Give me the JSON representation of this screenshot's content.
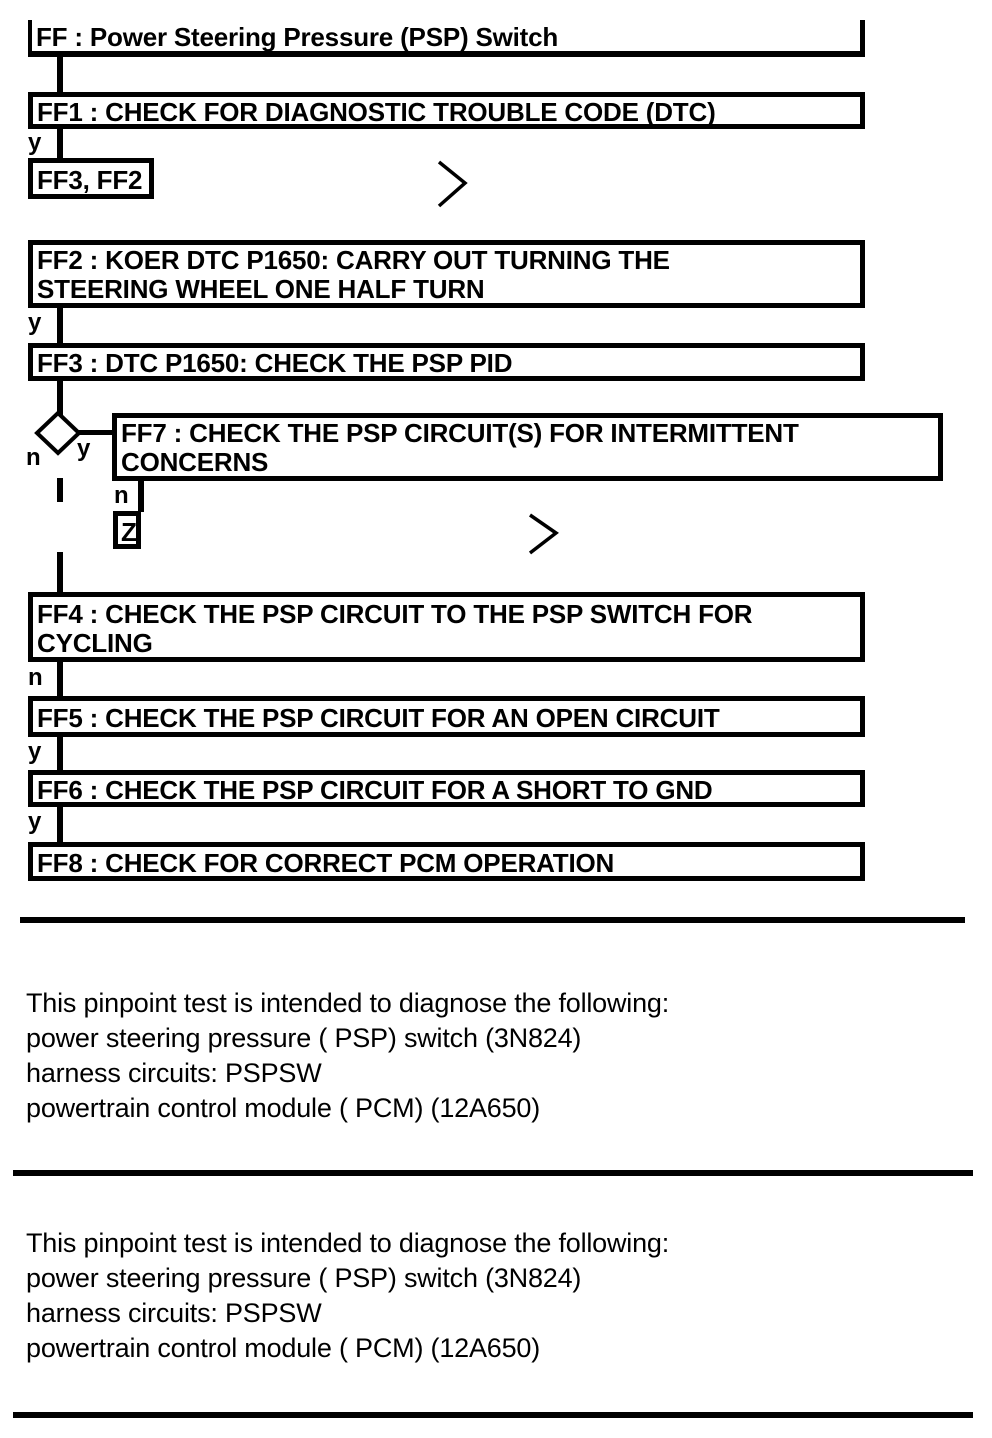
{
  "document": {
    "colors": {
      "ink": "#000000",
      "background": "#ffffff"
    },
    "flowchart": {
      "title_box": "FF : Power Steering Pressure (PSP) Switch",
      "boxes": {
        "ff1": "FF1 : CHECK FOR DIAGNOSTIC TROUBLE CODE (DTC)",
        "ref_ff3_ff2": "FF3, FF2",
        "ff2": "FF2 : KOER DTC P1650: CARRY OUT TURNING THE\nSTEERING WHEEL ONE HALF TURN",
        "ff3": "FF3 : DTC P1650: CHECK THE PSP PID",
        "ff7": "FF7 : CHECK THE PSP CIRCUIT(S) FOR INTERMITTENT\nCONCERNS",
        "z_ref": "Z",
        "ff4": "FF4 : CHECK THE PSP CIRCUIT TO THE PSP SWITCH FOR\nCYCLING",
        "ff5": "FF5 : CHECK THE PSP CIRCUIT FOR AN OPEN CIRCUIT",
        "ff6": "FF6 : CHECK THE PSP CIRCUIT FOR A SHORT TO GND",
        "ff8": "FF8 : CHECK FOR CORRECT PCM OPERATION"
      },
      "branch_labels": {
        "ff1_yes": "y",
        "ff2_yes": "y",
        "pid_no": "n",
        "pid_yes": "y",
        "ff7_no": "n",
        "ff4_no": "n",
        "ff5_yes": "y",
        "ff6_yes": "y"
      }
    },
    "notes": {
      "para1": "This pinpoint test is intended to diagnose the following:\npower steering pressure ( PSP) switch (3N824)\nharness circuits: PSPSW\npowertrain control module ( PCM) (12A650)",
      "para2": "This pinpoint test is intended to diagnose the following:\npower steering pressure ( PSP) switch (3N824)\nharness circuits: PSPSW\npowertrain control module ( PCM) (12A650)"
    }
  }
}
